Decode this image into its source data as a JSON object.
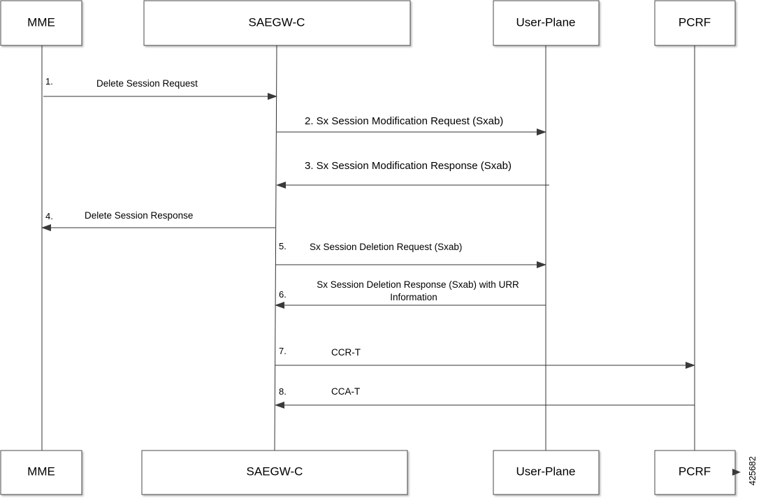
{
  "participants": [
    {
      "id": "mme",
      "label": "MME"
    },
    {
      "id": "saegw",
      "label": "SAEGW-C"
    },
    {
      "id": "up",
      "label": "User-Plane"
    },
    {
      "id": "pcrf",
      "label": "PCRF"
    }
  ],
  "messages": [
    {
      "num": "1.",
      "label": "Delete Session Request",
      "from": "mme",
      "to": "saegw"
    },
    {
      "num": "",
      "label": "2. Sx Session Modification Request (Sxab)",
      "from": "saegw",
      "to": "up"
    },
    {
      "num": "",
      "label": "3. Sx Session Modification Response (Sxab)",
      "from": "up",
      "to": "saegw"
    },
    {
      "num": "4.",
      "label": "Delete Session Response",
      "from": "saegw",
      "to": "mme"
    },
    {
      "num": "5.",
      "label": "Sx Session Deletion Request (Sxab)",
      "from": "saegw",
      "to": "up"
    },
    {
      "num": "6.",
      "label": "Sx Session Deletion Response (Sxab) with URR",
      "label2": "Information",
      "from": "up",
      "to": "saegw"
    },
    {
      "num": "7.",
      "label": "CCR-T",
      "from": "saegw",
      "to": "pcrf"
    },
    {
      "num": "8.",
      "label": "CCA-T",
      "from": "pcrf",
      "to": "saegw"
    }
  ],
  "figure_id": "425682"
}
